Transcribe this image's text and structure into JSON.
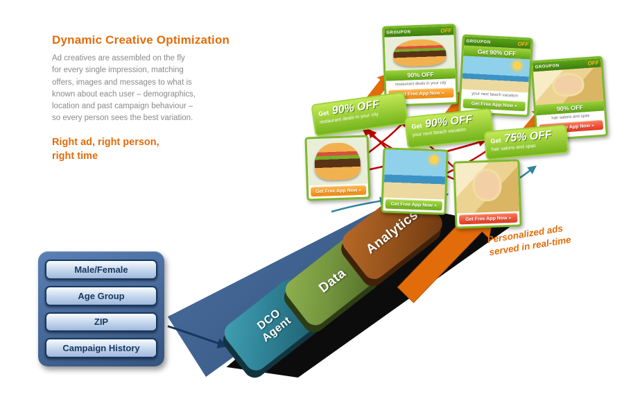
{
  "colors": {
    "accent": "#E36C0A",
    "navy": "#17375E",
    "beam-blue": "#40618F",
    "stone-teal": "#2F8296",
    "stone-green": "#76963F",
    "stone-brown": "#99551D",
    "ad-green": "#7DB928",
    "cta-orange": "#F28A0E",
    "cta-green": "#6FAE1B",
    "cta-red": "#E03A20",
    "flow-red": "#C00000",
    "flow-teal": "#31849B"
  },
  "header": {
    "title": "Dynamic Creative Optimization",
    "description": "Ad creatives are assembled on the fly\nfor every single impression, matching\noffers, images and messages to what is\nknown about each user – demographics,\nlocation and past campaign behaviour –\nso every person sees the best variation.",
    "callout": "Right ad, right person,\nright time"
  },
  "profile_panel": {
    "items": [
      {
        "label": "Male/Female"
      },
      {
        "label": "Age Group"
      },
      {
        "label": "ZIP"
      },
      {
        "label": "Campaign History"
      }
    ]
  },
  "stones": [
    {
      "label": "DCO\nAgent"
    },
    {
      "label": "Data"
    },
    {
      "label": "Analytics"
    }
  ],
  "ads": {
    "top_cards": [
      {
        "brand": "GROUPON",
        "badge": "OFF",
        "discount": "90% OFF",
        "caption": "restaurant deals in your city",
        "cta": "Get Free App Now »"
      },
      {
        "brand": "GROUPON",
        "badge": "OFF",
        "discount": "Get 90% OFF",
        "caption": "your next beach vacation",
        "cta": "Get Free App Now »"
      },
      {
        "brand": "GROUPON",
        "badge": "OFF",
        "discount": "90% OFF",
        "caption": "hair salons and spas",
        "cta": "Get Free App Now »"
      }
    ],
    "coupons": [
      {
        "get": "Get",
        "discount": "90% OFF",
        "caption": "restaurant deals in your city"
      },
      {
        "get": "Get",
        "discount": "90% OFF",
        "caption": "your next beach vacation"
      },
      {
        "get": "Get",
        "discount": "75% OFF",
        "caption": "hair salons and spas"
      }
    ],
    "mini_cards": [
      {
        "cta": "Get Free App Now »"
      },
      {
        "cta": "Get Free App Now »"
      },
      {
        "cta": "Get Free App Now »"
      }
    ]
  },
  "annotation": "Personalized ads\nserved in real-time"
}
